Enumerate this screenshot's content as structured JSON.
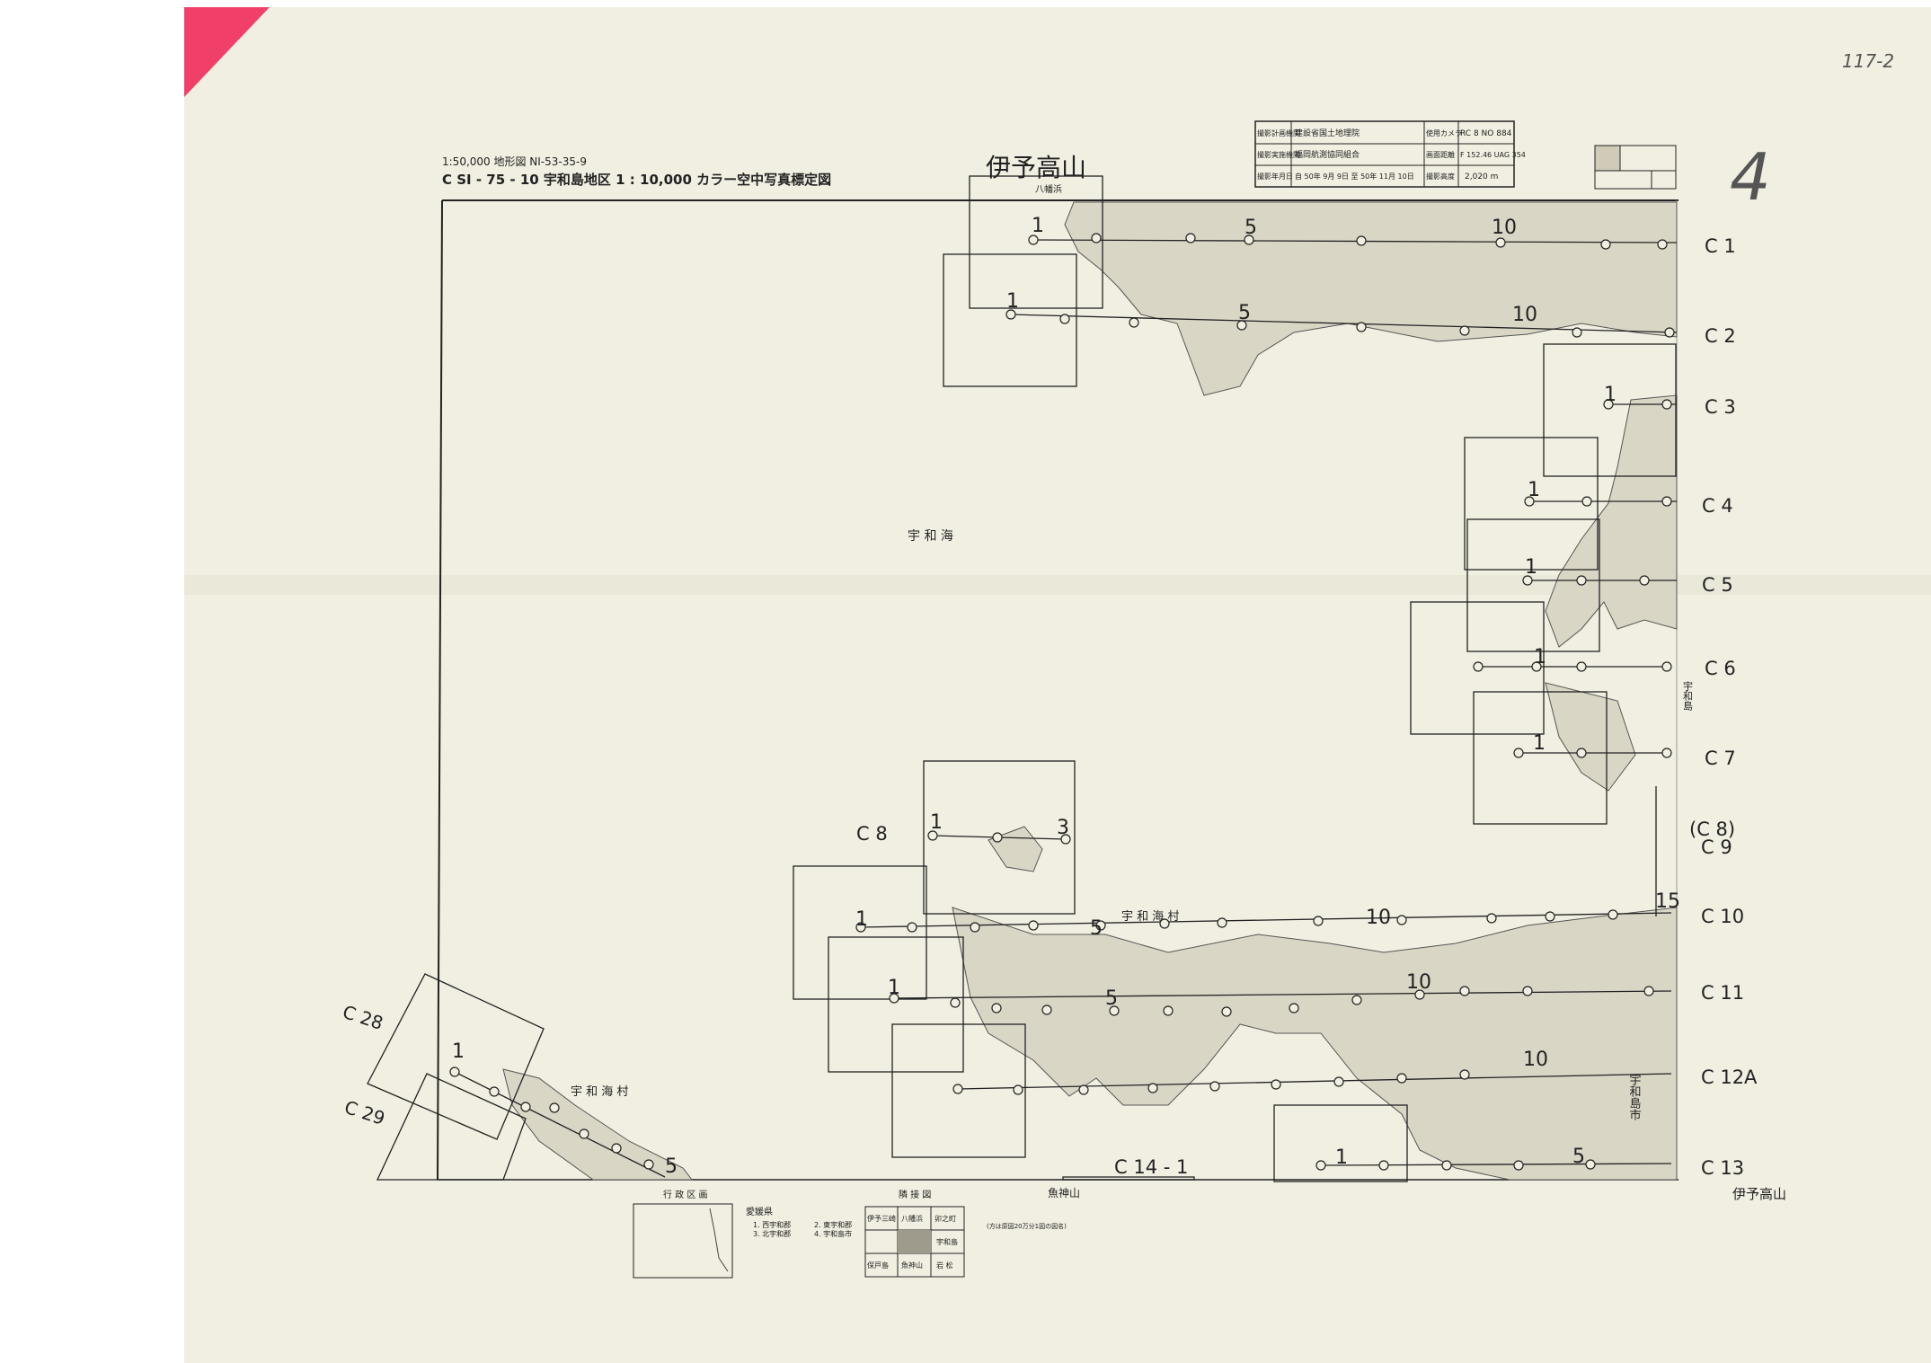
{
  "header": {
    "series_line": "1:50,000 地形図 NI-53-35-9",
    "title_line": "C SI - 75 - 10 宇和島地区 1 : 10,000 カラー空中写真標定図",
    "sheet_name": "伊予高山"
  },
  "info_table": {
    "rows": [
      {
        "label": "撮影計画機関",
        "value": "建設省国土地理院",
        "label2": "使用カメラ",
        "value2": "RC 8 NO 884"
      },
      {
        "label": "撮影実施機関",
        "value": "福岡航測協同組合",
        "label2": "画面距離",
        "value2": "F 152.46 UAG 354"
      },
      {
        "label": "撮影年月日",
        "value": "自 50年 9月 9日 至 50年 11月 10日",
        "label2": "撮影高度",
        "value2": "2,020 m"
      }
    ]
  },
  "handwritten": {
    "top_right": "117-2",
    "big_number": "4"
  },
  "places": {
    "sea": "宇 和 海",
    "village_upper": "宇 和 海 村",
    "village_lower": "宇 和 海 村",
    "city": "宇和島市",
    "uwajima_vertical": "宇和島",
    "yawatahama": "八幡浜",
    "uonami": "魚神山",
    "bottom_right_sheet": "伊予高山"
  },
  "strips": [
    {
      "label": "C 1"
    },
    {
      "label": "C 2"
    },
    {
      "label": "C 3"
    },
    {
      "label": "C 4"
    },
    {
      "label": "C 5"
    },
    {
      "label": "C 6"
    },
    {
      "label": "C 7"
    },
    {
      "label": "(C 8)"
    },
    {
      "label": "C 9"
    },
    {
      "label": "C 10"
    },
    {
      "label": "C 11"
    },
    {
      "label": "C 12A"
    },
    {
      "label": "C 13"
    }
  ],
  "strip_inline_labels": {
    "c8": "C 8",
    "c14": "C 14 - 1",
    "c28": "C 28",
    "c29": "C 29"
  },
  "photo_numbers": {
    "one": "1",
    "three": "3",
    "five": "5",
    "ten": "10",
    "fifteen": "15"
  },
  "footer": {
    "admin_title": "行 政 区 画",
    "prefecture": "愛媛県",
    "districts_left": [
      "1. 西宇和郡",
      "3. 北宇和郡"
    ],
    "districts_right": [
      "2. 東宇和郡",
      "4. 宇和島市"
    ],
    "adjacent_title": "隣 接 図",
    "adjacent": [
      [
        "伊予三崎",
        "八幡浜",
        "卯之町"
      ],
      [
        "",
        "",
        "宇和島"
      ],
      [
        "保戸島",
        "魚神山",
        "岩 松"
      ]
    ],
    "note": "(方は原図20万分1図の図名)"
  },
  "colors": {
    "paper": "#f1efe1",
    "ink": "#222222",
    "tab": "#f0406a",
    "land": "#d9d6c6"
  }
}
